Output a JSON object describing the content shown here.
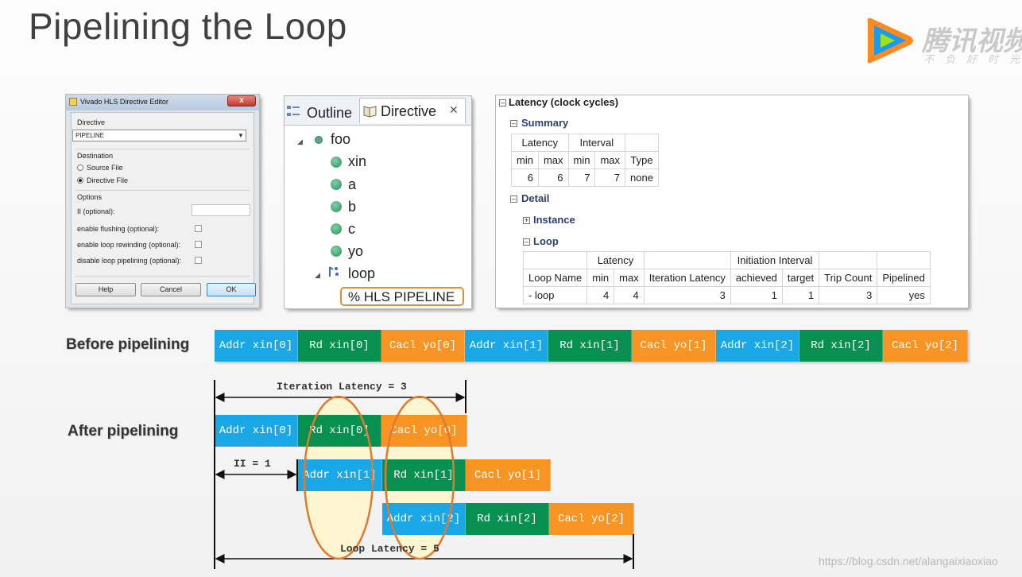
{
  "slide": {
    "title": "Pipelining the Loop"
  },
  "logo": {
    "name": "腾讯视频",
    "slogan": "不负好时光",
    "icon": "play-logo-icon"
  },
  "dialog": {
    "title": "Vivado HLS Directive Editor",
    "close_label": "x",
    "directive_label": "Directive",
    "directive_value": "PIPELINE",
    "destination_label": "Destination",
    "source_file": "Source File",
    "directive_file": "Directive File",
    "options_label": "Options",
    "ii_label": "II (optional):",
    "ii_value": "",
    "enable_flushing": "enable flushing (optional):",
    "enable_rewinding": "enable loop rewinding (optional):",
    "disable_pipelining": "disable loop pipelining (optional):",
    "help": "Help",
    "cancel": "Cancel",
    "ok": "OK"
  },
  "outline": {
    "tab_outline": "Outline",
    "tab_directive": "Directive",
    "tab_close": "✕",
    "root": "foo",
    "items": [
      "xin",
      "a",
      "b",
      "c",
      "yo"
    ],
    "loop": "loop",
    "pipeline": "% HLS PIPELINE"
  },
  "report": {
    "heading": "Latency (clock cycles)",
    "summary": "Summary",
    "summary_table": {
      "group_latency": "Latency",
      "group_interval": "Interval",
      "headers": [
        "min",
        "max",
        "min",
        "max",
        "Type"
      ],
      "row": [
        "6",
        "6",
        "7",
        "7",
        "none"
      ]
    },
    "detail": "Detail",
    "instance": "Instance",
    "loop": "Loop",
    "loop_table": {
      "group_latency": "Latency",
      "group_ii": "Initiation Interval",
      "headers": [
        "Loop Name",
        "min",
        "max",
        "Iteration Latency",
        "achieved",
        "target",
        "Trip Count",
        "Pipelined"
      ],
      "row": [
        "- loop",
        "4",
        "4",
        "3",
        "1",
        "1",
        "3",
        "yes"
      ]
    }
  },
  "timeline": {
    "before_label": "Before pipelining",
    "after_label": "After pipelining",
    "before_blocks": [
      {
        "text": "Addr xin[0]",
        "kind": "addr"
      },
      {
        "text": "Rd xin[0]",
        "kind": "rd"
      },
      {
        "text": "Cacl yo[0]",
        "kind": "cacl"
      },
      {
        "text": "Addr xin[1]",
        "kind": "addr"
      },
      {
        "text": "Rd xin[1]",
        "kind": "rd"
      },
      {
        "text": "Cacl yo[1]",
        "kind": "cacl"
      },
      {
        "text": "Addr xin[2]",
        "kind": "addr"
      },
      {
        "text": "Rd xin[2]",
        "kind": "rd"
      },
      {
        "text": "Cacl yo[2]",
        "kind": "cacl"
      }
    ],
    "after_rows": [
      [
        "Addr xin[0]",
        "Rd xin[0]",
        "Cacl yo[0]"
      ],
      [
        "Addr xin[1]",
        "Rd xin[1]",
        "Cacl yo[1]"
      ],
      [
        "Addr xin[2]",
        "Rd xin[2]",
        "Cacl yo[2]"
      ]
    ],
    "iteration_latency": "Iteration Latency = 3",
    "ii": "II = 1",
    "loop_latency": "Loop Latency = 5",
    "colors": {
      "addr": "#1aa7e6",
      "rd": "#07904f",
      "cacl": "#f79424",
      "highlight": "#e07a2e"
    }
  },
  "watermark": "https://blog.csdn.net/alangaixiaoxiao"
}
